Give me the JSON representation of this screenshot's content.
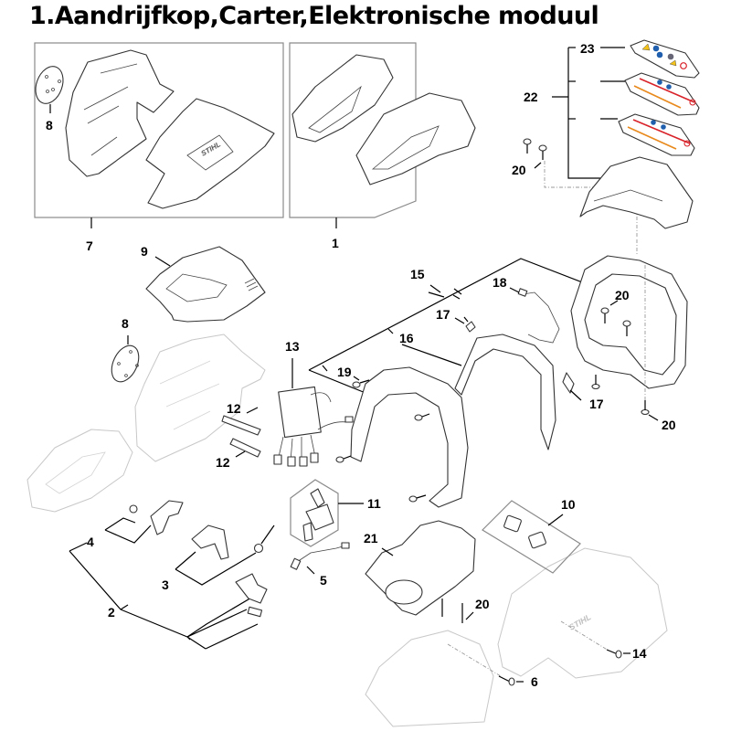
{
  "title": "1.Aandrijfkop,Carter,Elektronische moduul",
  "callouts": {
    "c1": "1",
    "c2": "2",
    "c3": "3",
    "c4": "4",
    "c5": "5",
    "c6": "6",
    "c7": "7",
    "c8a": "8",
    "c8b": "8",
    "c9": "9",
    "c10": "10",
    "c11": "11",
    "c12a": "12",
    "c12b": "12",
    "c13": "13",
    "c14": "14",
    "c15": "15",
    "c16": "16",
    "c17a": "17",
    "c17b": "17",
    "c18": "18",
    "c19": "19",
    "c20a": "20",
    "c20b": "20",
    "c20c": "20",
    "c20d": "20",
    "c21": "21",
    "c22": "22",
    "c23": "23"
  },
  "brand_mark": "STIHL",
  "colors": {
    "label_warning_red": "#d9232a",
    "label_warning_orange": "#e8891c",
    "label_icon_blue": "#1f5fae",
    "label_icon_yellow": "#f2c21b"
  }
}
